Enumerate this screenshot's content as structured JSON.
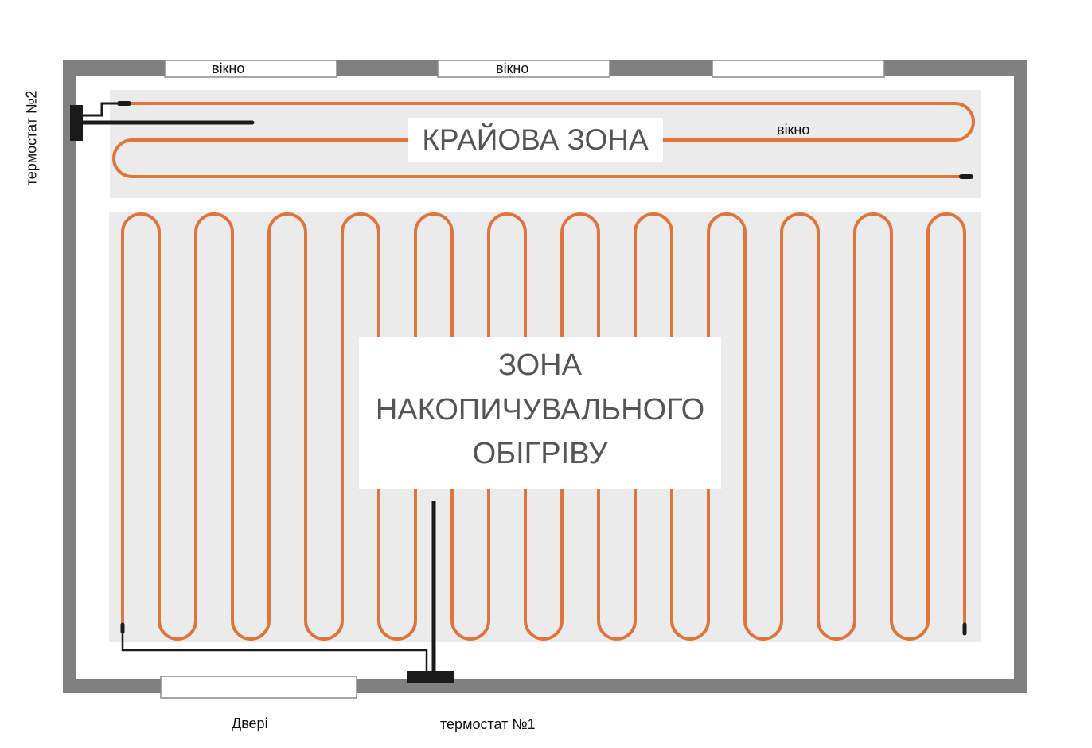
{
  "labels": {
    "window_1": "вікно",
    "window_2": "вікно",
    "window_3": "вікно",
    "door": "Двері",
    "thermostat_1": "термостат №1",
    "thermostat_2": "термостат №2"
  },
  "zones": {
    "edge": {
      "title": "КРАЙОВА ЗОНА"
    },
    "storage": {
      "line1": "ЗОНА",
      "line2": "НАКОПИЧУВАЛЬНОГО",
      "line3": "ОБІГРІВУ"
    }
  },
  "colors": {
    "wall": "#808080",
    "zone_fill": "#ebebeb",
    "cable": "#e0743a",
    "wire": "#1a1a1a"
  }
}
